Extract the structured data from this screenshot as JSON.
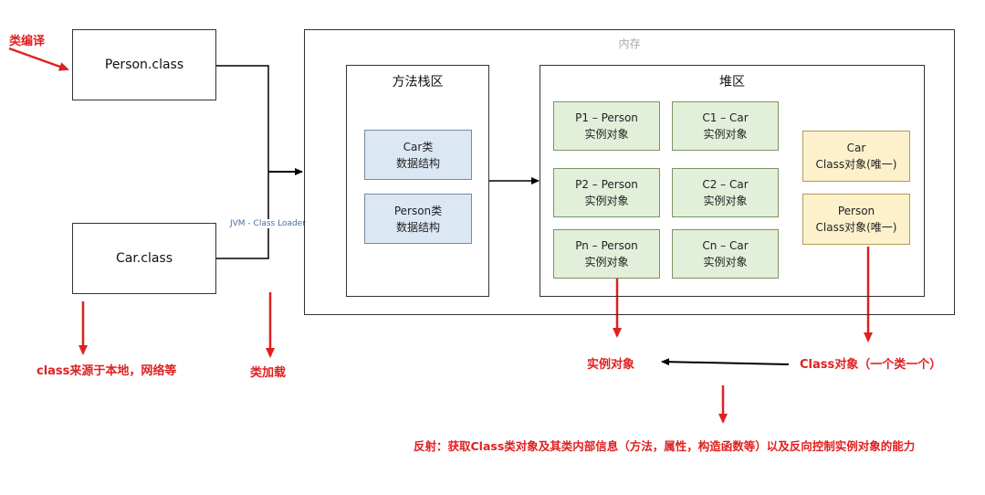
{
  "colors": {
    "red": "#e02020",
    "black": "#000000",
    "blue_fill": "#dce7f4",
    "green_fill": "#e2efd9",
    "yellow_fill": "#fdf1cc"
  },
  "labels": {
    "compile": "类编译",
    "source": "class来源于本地，网络等",
    "load": "类加载",
    "jvm": "JVM - Class Loader",
    "instance_result": "实例对象",
    "class_result": "Class对象（一个类一个）",
    "reflection": "反射：获取Class类对象及其类内部信息（方法，属性，构造函数等）以及反向控制实例对象的能力"
  },
  "files": {
    "person": "Person.class",
    "car": "Car.class"
  },
  "memory": {
    "title": "内存",
    "method_area": {
      "title": "方法栈区",
      "items": [
        {
          "line1": "Car类",
          "line2": "数据结构"
        },
        {
          "line1": "Person类",
          "line2": "数据结构"
        }
      ]
    },
    "heap": {
      "title": "堆区",
      "person_instances": [
        {
          "line1": "P1 – Person",
          "line2": "实例对象"
        },
        {
          "line1": "P2 – Person",
          "line2": "实例对象"
        },
        {
          "line1": "Pn – Person",
          "line2": "实例对象"
        }
      ],
      "car_instances": [
        {
          "line1": "C1 – Car",
          "line2": "实例对象"
        },
        {
          "line1": "C2 – Car",
          "line2": "实例对象"
        },
        {
          "line1": "Cn – Car",
          "line2": "实例对象"
        }
      ],
      "class_objects": [
        {
          "line1": "Car",
          "line2": "Class对象(唯一)"
        },
        {
          "line1": "Person",
          "line2": "Class对象(唯一)"
        }
      ]
    }
  }
}
